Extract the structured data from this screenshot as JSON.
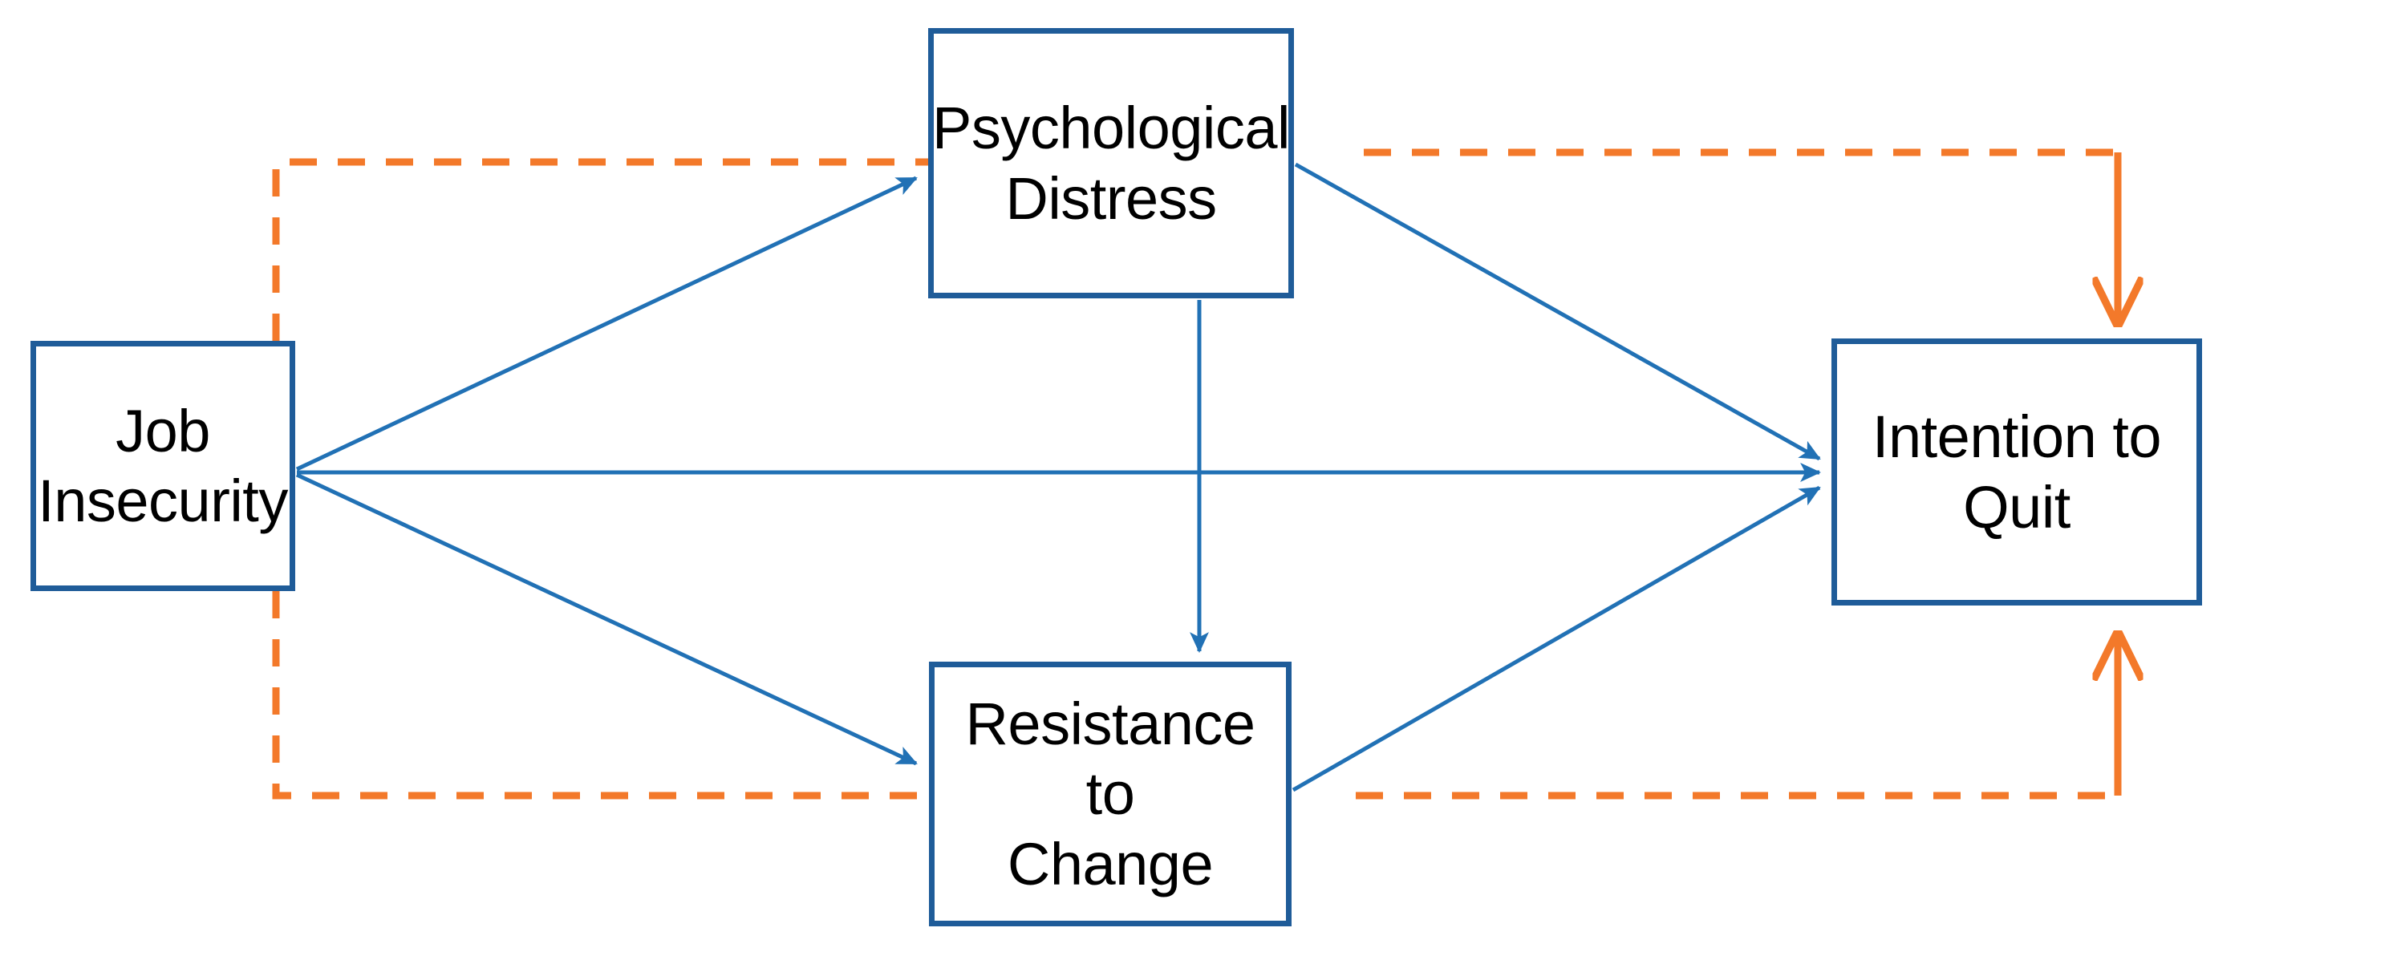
{
  "diagram": {
    "title": "Job Insecurity Conceptual Model",
    "colors": {
      "box_border": "#1F5C99",
      "direct_path": "#2171B5",
      "moderation_path": "#ED7D31",
      "background": "#FFFFFF",
      "text": "#000000"
    },
    "nodes": [
      {
        "id": "job-insecurity",
        "label": "Job Insecurity",
        "role": "independent-variable"
      },
      {
        "id": "psych-distress",
        "label": "Psychological\nDistress",
        "role": "mediator"
      },
      {
        "id": "resistance",
        "label": "Resistance to\nChange",
        "role": "mediator"
      },
      {
        "id": "intention-quit",
        "label": "Intention to\nQuit",
        "role": "dependent-variable"
      }
    ],
    "edges": [
      {
        "id": "ji-to-pd",
        "from": "job-insecurity",
        "to": "psych-distress",
        "style": "solid",
        "color": "#2171B5",
        "kind": "direct-effect"
      },
      {
        "id": "ji-to-rc",
        "from": "job-insecurity",
        "to": "resistance",
        "style": "solid",
        "color": "#2171B5",
        "kind": "direct-effect"
      },
      {
        "id": "ji-to-itq",
        "from": "job-insecurity",
        "to": "intention-quit",
        "style": "solid",
        "color": "#2171B5",
        "kind": "direct-effect"
      },
      {
        "id": "pd-to-itq",
        "from": "psych-distress",
        "to": "intention-quit",
        "style": "solid",
        "color": "#2171B5",
        "kind": "direct-effect"
      },
      {
        "id": "pd-to-rc",
        "from": "psych-distress",
        "to": "resistance",
        "style": "solid",
        "color": "#2171B5",
        "kind": "direct-effect"
      },
      {
        "id": "rc-to-itq",
        "from": "resistance",
        "to": "intention-quit",
        "style": "solid",
        "color": "#2171B5",
        "kind": "direct-effect"
      },
      {
        "id": "dashed-top",
        "from": "job-insecurity",
        "to": "psych-distress",
        "style": "dashed",
        "color": "#ED7D31",
        "kind": "indirect-path"
      },
      {
        "id": "dashed-bottom",
        "from": "job-insecurity",
        "to": "resistance",
        "style": "dashed",
        "color": "#ED7D31",
        "kind": "indirect-path"
      },
      {
        "id": "dashed-top-right",
        "from": "psych-distress",
        "to": "intention-quit",
        "style": "dashed",
        "color": "#ED7D31",
        "kind": "indirect-path"
      },
      {
        "id": "dashed-bottom-right",
        "from": "resistance",
        "to": "intention-quit",
        "style": "dashed",
        "color": "#ED7D31",
        "kind": "indirect-path"
      }
    ]
  }
}
